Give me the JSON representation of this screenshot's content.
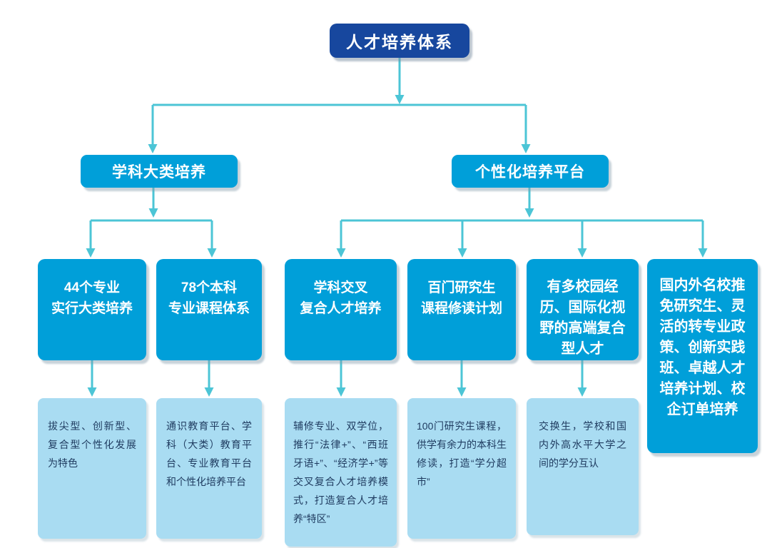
{
  "title": "人才培养体系",
  "colors": {
    "root_fill": "#17479e",
    "branch_fill": "#009fd9",
    "detail_fill": "#a9dcf2",
    "connector": "#4cc5d6",
    "root_text": "#ffffff",
    "branch_text": "#ffffff",
    "detail_text": "#1e3a5f"
  },
  "diagram": {
    "root": {
      "label": "人才培养体系"
    },
    "branches": [
      {
        "label": "学科大类培养"
      },
      {
        "label": "个性化培养平台"
      }
    ],
    "programs": [
      {
        "label": "44个专业\n实行大类培养",
        "detail": "拔尖型、创新型、复合型个性化发展为特色"
      },
      {
        "label": "78个本科\n专业课程体系",
        "detail": "通识教育平台、学科（大类）教育平台、专业教育平台和个性化培养平台"
      },
      {
        "label": "学科交叉\n复合人才培养",
        "detail": "辅修专业、双学位，推行“法律+”、“西班牙语+”、“经济学+”等交叉复合人才培养模式，打造复合人才培养“特区”"
      },
      {
        "label": "百门研究生\n课程修读计划",
        "detail": "100门研究生课程，供学有余力的本科生修读，打造“学分超市”"
      },
      {
        "label": "有多校园经历、国际化视野的高端复合型人才",
        "detail": "交换生，学校和国内外高水平大学之间的学分互认"
      },
      {
        "label": "国内外名校推免研究生、灵活的转专业政策、创新实践班、卓越人才培养计划、校企订单培养"
      }
    ]
  }
}
